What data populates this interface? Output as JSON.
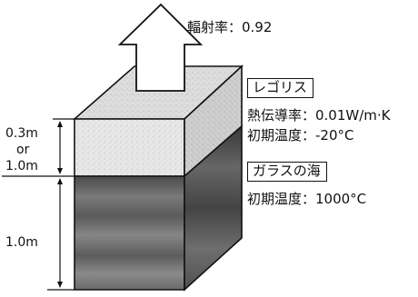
{
  "emissivity": "輻射率：0.92",
  "regolith": {
    "name": "レゴリス",
    "conductivity": "熱伝導率：0.01W/m·K",
    "initial_temp": "初期温度：-20°C"
  },
  "glass_sea": {
    "name": "ガラスの海",
    "initial_temp": "初期温度：1000°C"
  },
  "dimensions": {
    "upper_a": "0.3m",
    "upper_or": "or",
    "upper_b": "1.0m",
    "lower": "1.0m"
  },
  "colors": {
    "line": "#111111",
    "regolith_front": "#e7e7e7",
    "regolith_top": "#dcdcdc",
    "regolith_side": "#cfcfcf",
    "glass_front": "#555555",
    "glass_side": "#3f3f3f"
  }
}
